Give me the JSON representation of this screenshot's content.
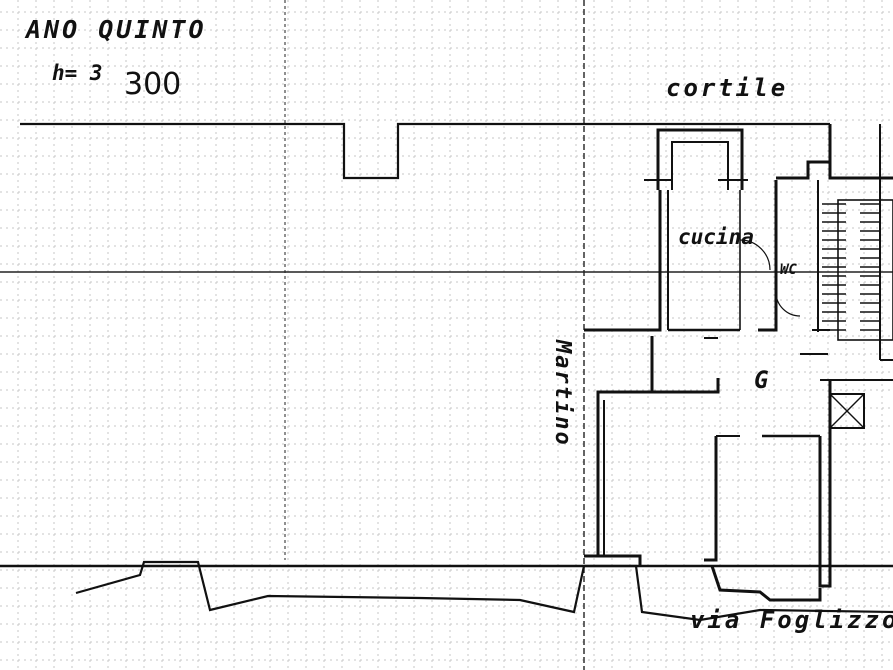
{
  "title": "ANO QUINTO",
  "height_label": "h= 3",
  "height_value": "300",
  "labels": {
    "courtyard": "cortile",
    "kitchen": "cucina",
    "wc": "WC",
    "room": "G",
    "street_side": "Martino",
    "street_front": "via Foglizzo"
  },
  "colors": {
    "ink": "#111111",
    "grid": "#9a9a9a",
    "paper": "#ffffff"
  }
}
